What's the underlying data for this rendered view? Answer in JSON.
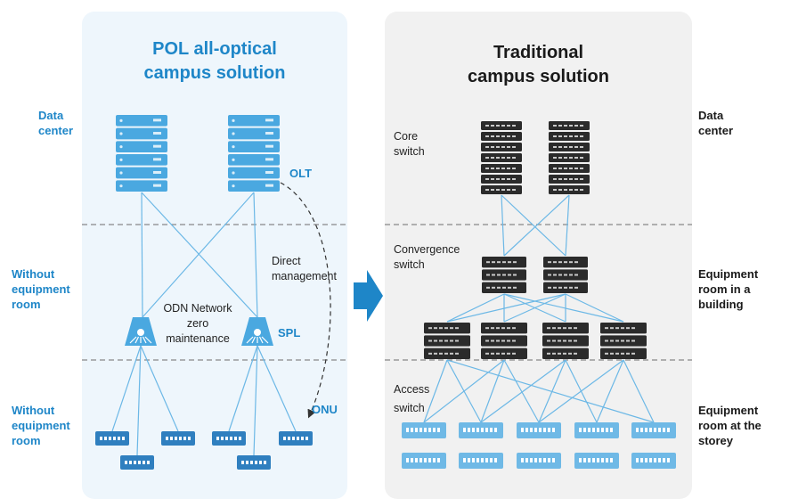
{
  "pol": {
    "title_line1": "POL all-optical",
    "title_line2": "campus solution",
    "left_labels": {
      "data_center": [
        "Data",
        "center"
      ],
      "middle": [
        "Without",
        "equipment",
        "room"
      ],
      "bottom": [
        "Without",
        "equipment",
        "room"
      ]
    },
    "olt_label": "OLT",
    "spl_label": "SPL",
    "onu_label": "ONU",
    "direct_management": [
      "Direct",
      "management"
    ],
    "odn_note": [
      "ODN Network",
      "zero",
      "maintenance"
    ]
  },
  "traditional": {
    "title_line1": "Traditional",
    "title_line2": "campus solution",
    "core_switch": [
      "Core",
      "switch"
    ],
    "convergence_switch": [
      "Convergence",
      "switch"
    ],
    "access_switch": [
      "Access",
      "switch"
    ],
    "right_labels": {
      "data_center": [
        "Data",
        "center"
      ],
      "building": [
        "Equipment",
        "room in a",
        "building"
      ],
      "storey": [
        "Equipment",
        "room at the",
        "storey"
      ]
    }
  },
  "colors": {
    "accent_blue": "#1e86c8",
    "device_light_blue": "#4aa8e0",
    "device_dark": "#2b2b2b",
    "link_line": "#6cb8e6",
    "panel_pol": "#eef6fc",
    "panel_traditional": "#f1f1f1"
  },
  "icons": [
    "server-rack-icon",
    "splitter-icon",
    "onu-icon",
    "switch-icon",
    "arrow-right-icon"
  ]
}
